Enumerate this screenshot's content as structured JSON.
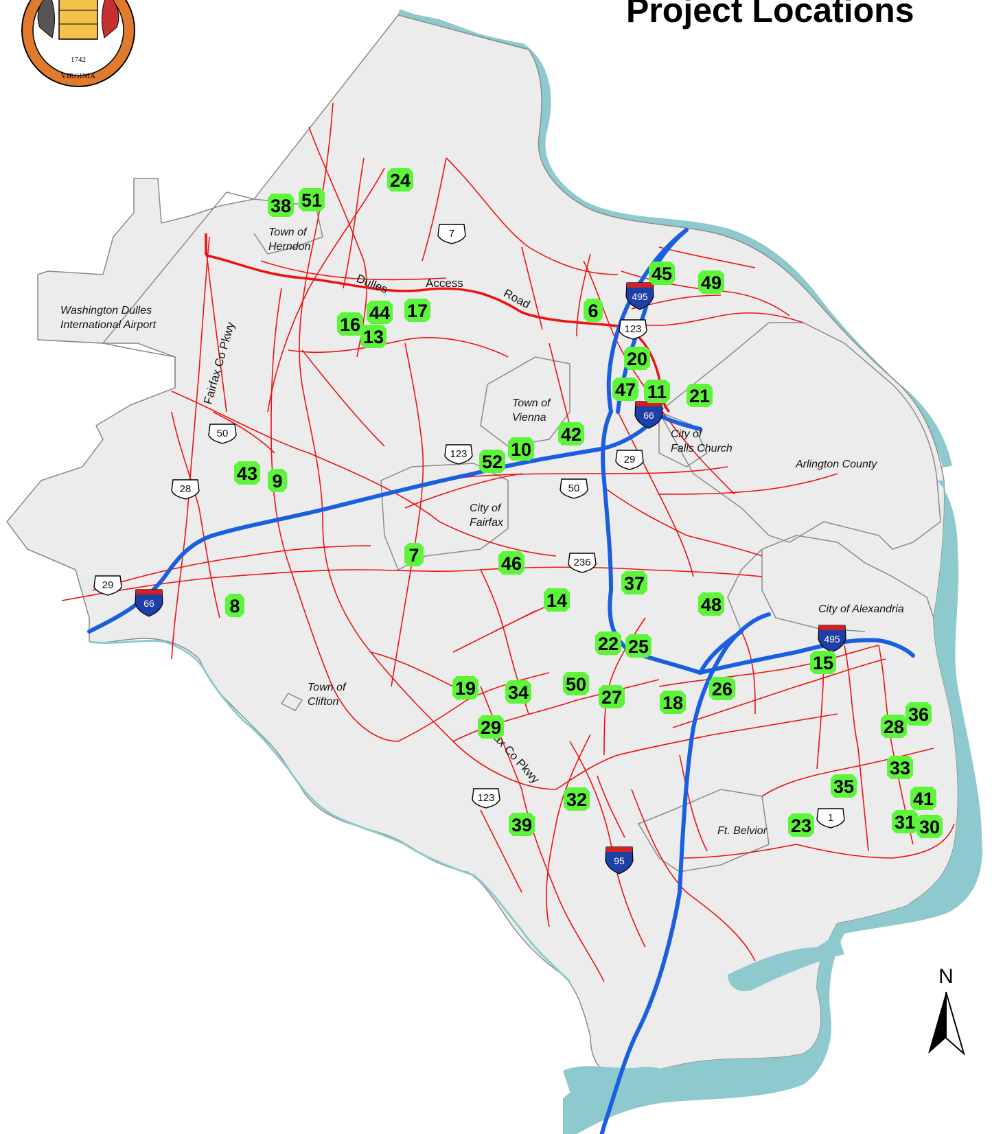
{
  "title": "Project Locations",
  "seal": {
    "year": "1742",
    "state": "VIRGINIA"
  },
  "north_label": "N",
  "colors": {
    "land": "#ececec",
    "water": "#8ecacd",
    "boundary": "#777777",
    "road": "#ee1111",
    "interstate": "#1a5fe0",
    "marker": "#5df53a",
    "seal_orange": "#e07a2c"
  },
  "places": [
    {
      "id": "airport",
      "lines": [
        "Washington Dulles",
        "International Airport"
      ]
    },
    {
      "id": "herndon",
      "lines": [
        "Town of",
        "Herndon"
      ]
    },
    {
      "id": "vienna",
      "lines": [
        "Town of",
        "Vienna"
      ]
    },
    {
      "id": "falls-church",
      "lines": [
        "City of",
        "Falls Church"
      ]
    },
    {
      "id": "arlington",
      "lines": [
        "Arlington County"
      ]
    },
    {
      "id": "fairfax-city",
      "lines": [
        "City of",
        "Fairfax"
      ]
    },
    {
      "id": "alexandria",
      "lines": [
        "City of Alexandria"
      ]
    },
    {
      "id": "clifton",
      "lines": [
        "Town of",
        "Clifton"
      ]
    },
    {
      "id": "belvoir",
      "lines": [
        "Ft. Belvior"
      ]
    }
  ],
  "road_labels": [
    "Dulles",
    "Access",
    "Road",
    "Fairfax Co Pkwy",
    "Fairfax Co Pkwy"
  ],
  "us_shields": [
    "7",
    "123",
    "50",
    "28",
    "123",
    "29",
    "50",
    "236",
    "29",
    "123",
    "1"
  ],
  "interstate_shields": [
    "495",
    "66",
    "66",
    "495",
    "95"
  ],
  "markers": [
    "24",
    "38",
    "51",
    "45",
    "49",
    "6",
    "17",
    "44",
    "16",
    "13",
    "20",
    "47",
    "11",
    "21",
    "42",
    "10",
    "52",
    "43",
    "9",
    "7",
    "46",
    "14",
    "37",
    "48",
    "8",
    "22",
    "25",
    "15",
    "19",
    "34",
    "50",
    "27",
    "18",
    "26",
    "29",
    "28",
    "36",
    "33",
    "35",
    "41",
    "31",
    "30",
    "32",
    "39",
    "23"
  ]
}
